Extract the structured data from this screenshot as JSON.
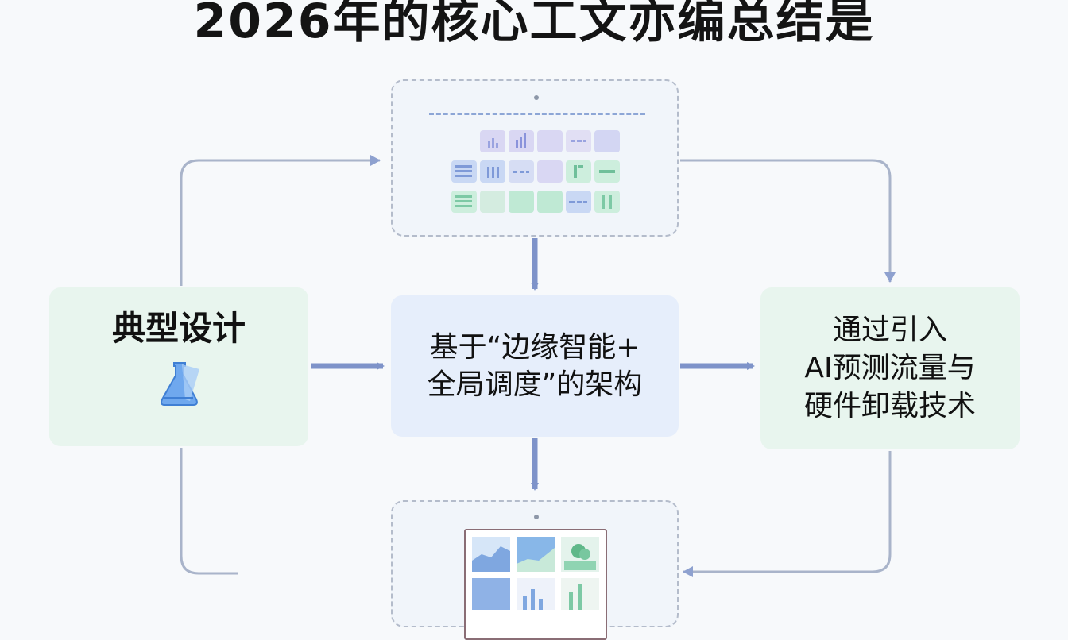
{
  "title": "2026年的核心工文亦编总结是",
  "nodes": {
    "left": {
      "label": "典型设计",
      "icon": "flask-icon"
    },
    "center": {
      "lines": [
        "基于“边缘智能+",
        "全局调度”的架构"
      ]
    },
    "right": {
      "lines": [
        "通过引入",
        "AI预测流量与",
        "硬件卸载技术"
      ]
    },
    "top_panel": {
      "icon": "dashboard-icon"
    },
    "bottom_panel": {
      "icon": "charts-icon"
    }
  },
  "colors": {
    "arrow": "#7e93c9",
    "loop": "#a9b4ca",
    "node_green": "#e8f5ee",
    "node_blue": "#e6eefb",
    "tile_purple": "#d9d7f3",
    "tile_blue": "#c9d8f4",
    "tile_green": "#cdeedd"
  }
}
